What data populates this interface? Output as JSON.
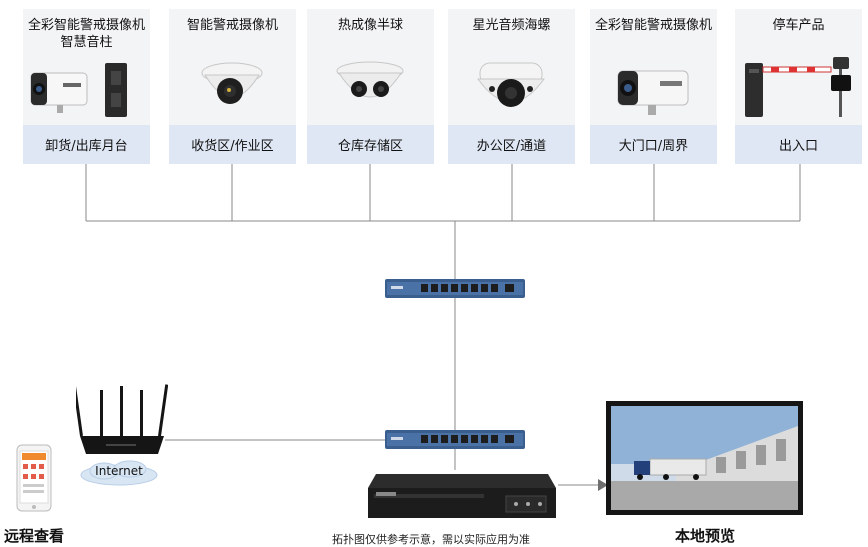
{
  "cameras": [
    {
      "title": "全彩智能警戒摄像机\n智慧音柱",
      "location": "卸货/出库月台"
    },
    {
      "title": "智能警戒摄像机",
      "location": "收货区/作业区"
    },
    {
      "title": "热成像半球",
      "location": "仓库存储区"
    },
    {
      "title": "星光音频海螺",
      "location": "办公区/通道"
    },
    {
      "title": "全彩智能警戒摄像机",
      "location": "大门口/周界"
    },
    {
      "title": "停车产品",
      "location": "出入口"
    }
  ],
  "internet_label": "Internet",
  "remote_view_label": "远程查看",
  "local_preview_label": "本地预览",
  "disclaimer": "拓扑图仅供参考示意，需以实际应用为准",
  "colors": {
    "card_bg": "#f3f4f6",
    "location_bg": "#dfe7f4",
    "line": "#8a8a8a",
    "arrow": "#6e6e6e"
  }
}
